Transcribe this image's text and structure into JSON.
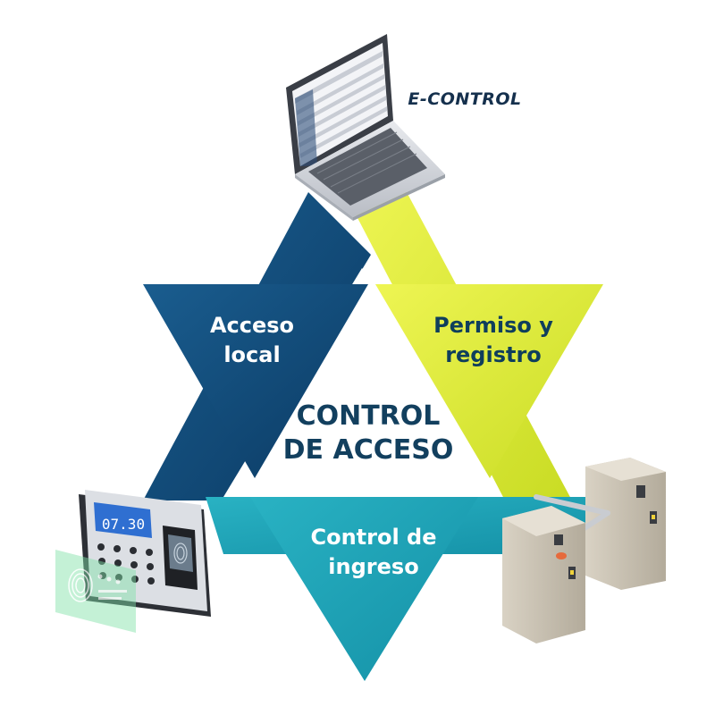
{
  "logo": {
    "text": "E-CONTROL"
  },
  "center": {
    "line1": "CONTROL",
    "line2": "DE ACCESO"
  },
  "segments": {
    "local": {
      "line1": "Acceso",
      "line2": "local",
      "color": "#0f4a78",
      "text_color": "#ffffff"
    },
    "permiso": {
      "line1": "Permiso y",
      "line2": "registro",
      "color": "#dbe83a",
      "text_color": "#0f3e5c"
    },
    "ingreso": {
      "line1": "Control de",
      "line2": "ingreso",
      "color": "#1ea1b5",
      "text_color": "#ffffff"
    }
  },
  "devices": {
    "laptop": {
      "icon": "laptop-icon"
    },
    "time_clock": {
      "icon": "fingerprint-time-clock-icon",
      "display": "07.30"
    },
    "fingerprint_card": {
      "icon": "fingerprint-card-icon"
    },
    "turnstile": {
      "icon": "turnstile-icon"
    }
  },
  "colors": {
    "center_text": "#123f5e",
    "background": "#ffffff"
  }
}
